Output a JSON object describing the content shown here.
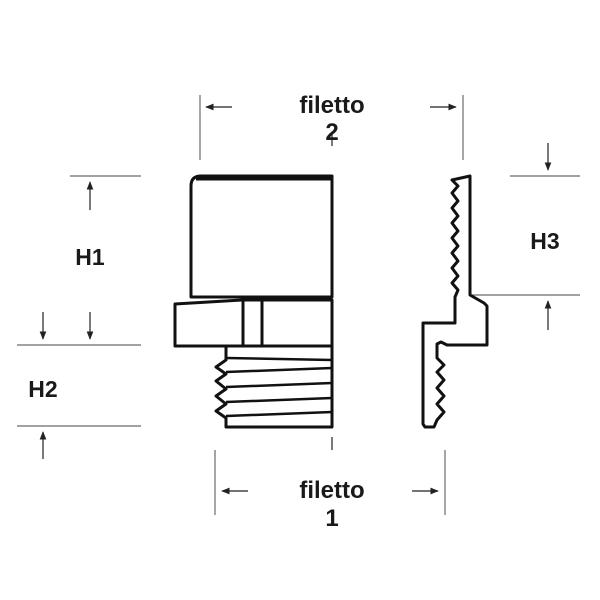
{
  "labels": {
    "thread_top_word": "filetto",
    "thread_top_num": "2",
    "thread_bottom_word": "filetto",
    "thread_bottom_num": "1",
    "h1": "H1",
    "h2": "H2",
    "h3": "H3"
  }
}
